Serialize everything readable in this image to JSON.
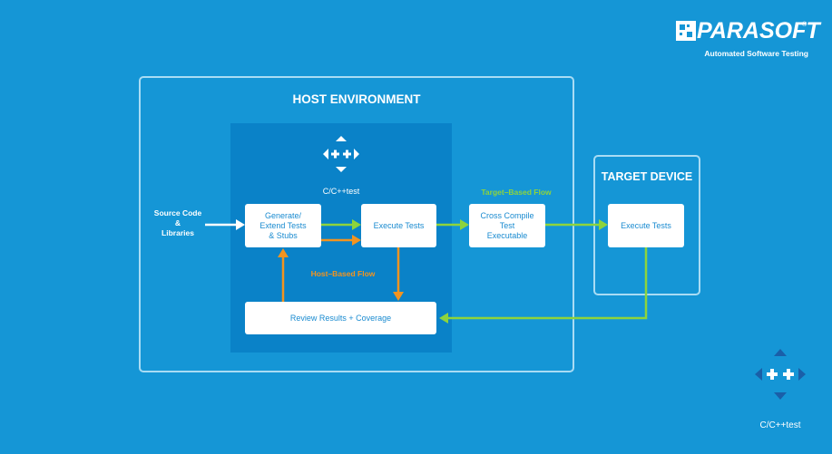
{
  "brand": {
    "name": "PARASOFT",
    "registered": "®",
    "tagline": "Automated Software Testing",
    "logo_icon": "parasoft-logo-icon"
  },
  "host": {
    "title": "HOST ENVIRONMENT",
    "tool_label": "C/C++test",
    "tool_icon": "cpp-test-icon"
  },
  "target": {
    "title": "TARGET DEVICE"
  },
  "inputs": {
    "source_lines": [
      "Source Code",
      "&",
      "Libraries"
    ]
  },
  "nodes": {
    "generate": [
      "Generate/",
      "Extend Tests",
      "& Stubs"
    ],
    "execute_host": "Execute Tests",
    "cross_compile": [
      "Cross Compile",
      "Test",
      "Executable"
    ],
    "execute_target": "Execute Tests",
    "review": "Review Results + Coverage"
  },
  "flows": {
    "target_based": "Target–Based Flow",
    "host_based": "Host–Based Flow"
  },
  "footer": {
    "product_label": "C/C++test",
    "product_icon": "cpp-test-icon"
  },
  "colors": {
    "background": "#1596d6",
    "panel": "#0a82c8",
    "border": "#a9dcf4",
    "green_flow": "#8ed43c",
    "orange_flow": "#f29420",
    "node_text": "#1a8bd0"
  }
}
